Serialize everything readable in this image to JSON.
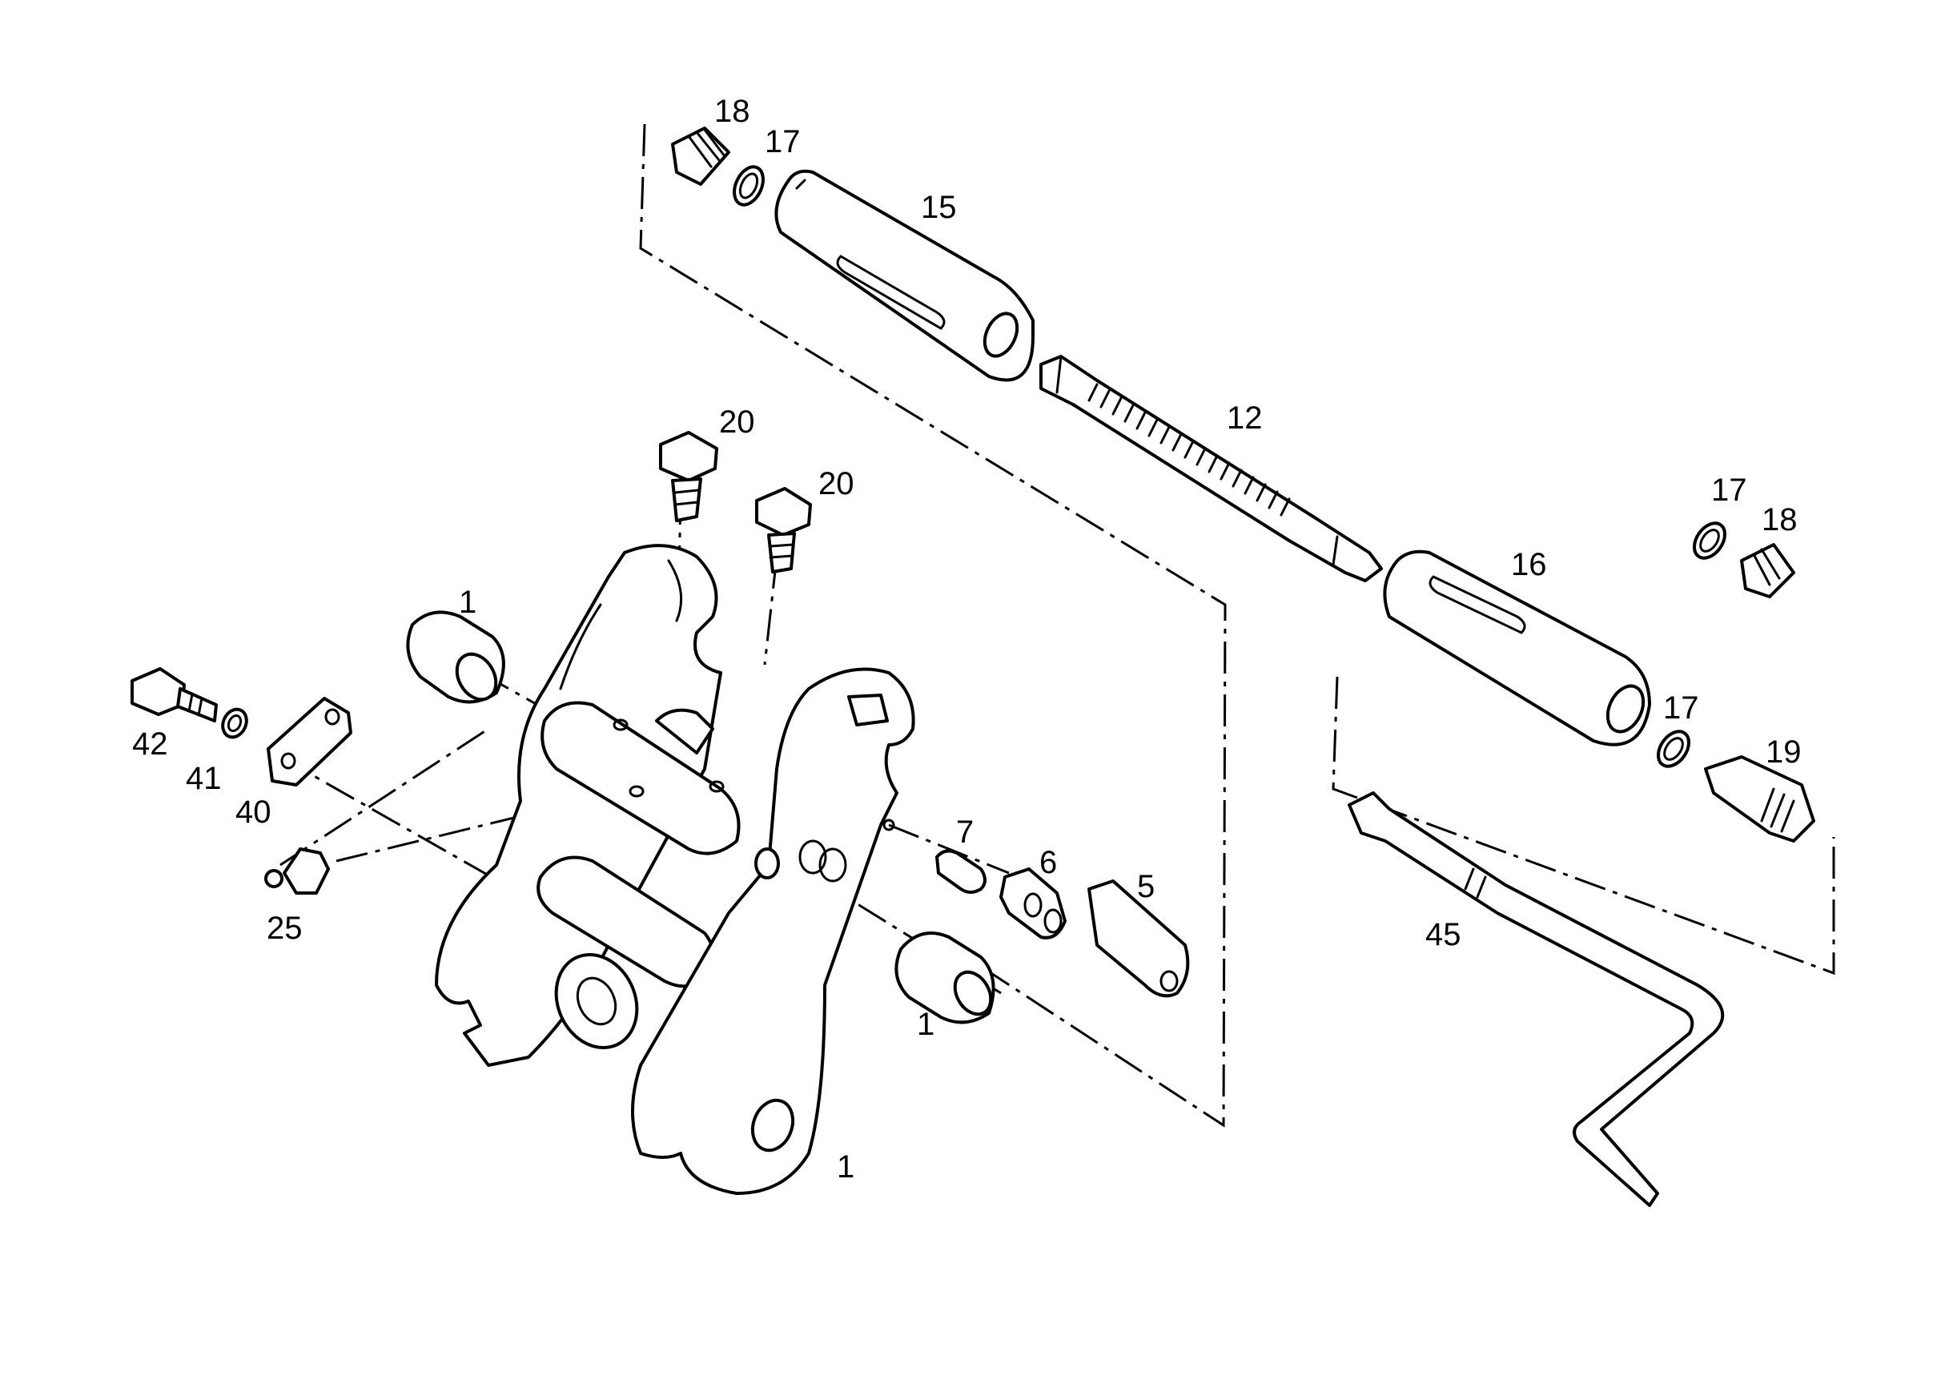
{
  "callouts": {
    "c18a": "18",
    "c17a": "17",
    "c15": "15",
    "c12": "12",
    "c20a": "20",
    "c20b": "20",
    "c17b": "17",
    "c18b": "18",
    "c16": "16",
    "c1a": "1",
    "c17c": "17",
    "c19": "19",
    "c42": "42",
    "c41": "41",
    "c40": "40",
    "c7": "7",
    "c6": "6",
    "c5": "5",
    "c25": "25",
    "c45": "45",
    "c1b": "1",
    "c1c": "1"
  }
}
